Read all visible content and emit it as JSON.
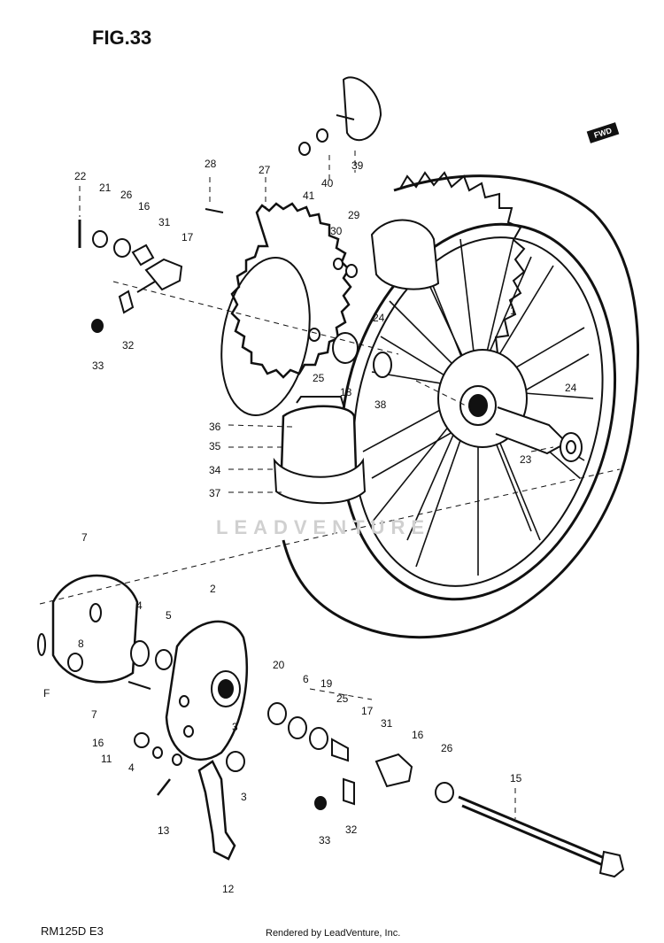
{
  "header": {
    "figure_label": "FIG.33"
  },
  "direction_marker": {
    "text": "FWD"
  },
  "footer": {
    "model_code": "RM125D  E3",
    "credit": "Rendered by LeadVenture, Inc."
  },
  "watermark": {
    "text": "LEADVENTURE"
  },
  "callouts": [
    "22",
    "21",
    "26",
    "16",
    "31",
    "17",
    "32",
    "33",
    "28",
    "27",
    "41",
    "40",
    "39",
    "30",
    "29",
    "25",
    "18",
    "24",
    "1",
    "38",
    "24",
    "23",
    "36",
    "35",
    "34",
    "37",
    "7",
    "8",
    "F",
    "4",
    "5",
    "2",
    "7",
    "16",
    "11",
    "4",
    "13",
    "3",
    "3",
    "12",
    "20",
    "6",
    "19",
    "25",
    "17",
    "31",
    "16",
    "26",
    "33",
    "32",
    "15"
  ]
}
